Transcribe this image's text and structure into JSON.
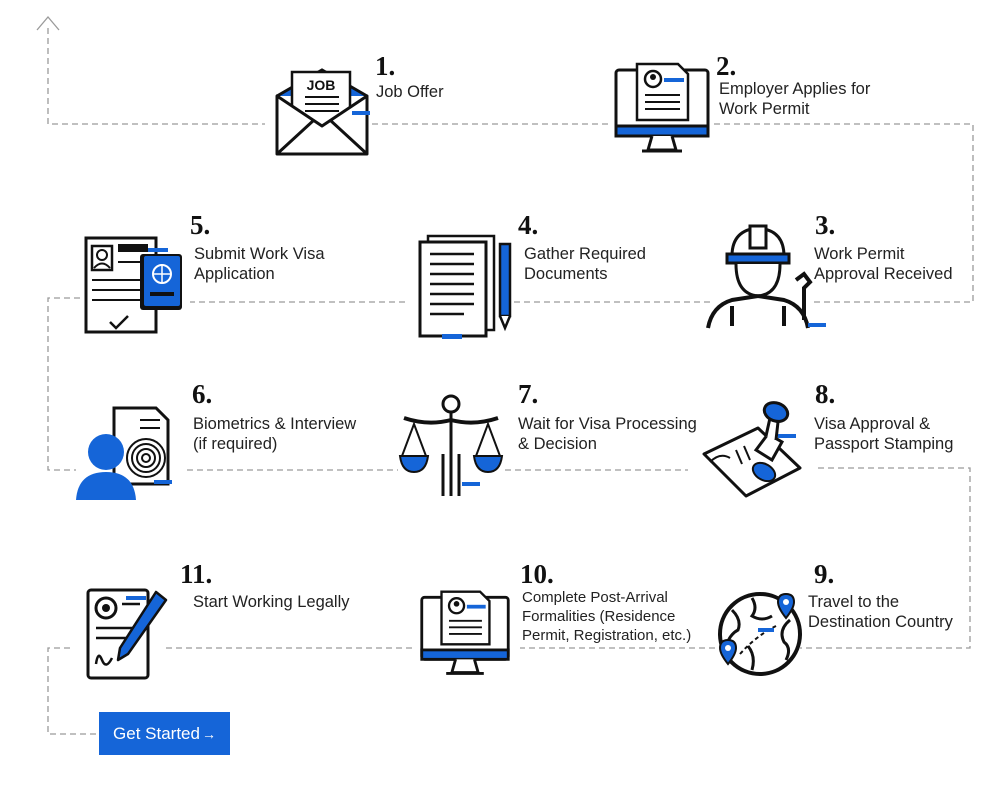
{
  "colors": {
    "accent": "#1565d8",
    "ink": "#111111",
    "path": "#9a9a9a"
  },
  "steps": [
    {
      "num": "1.",
      "label": "Job Offer",
      "icon": "envelope-job-icon"
    },
    {
      "num": "2.",
      "label": "Employer Applies for\nWork Permit",
      "icon": "monitor-document-icon"
    },
    {
      "num": "3.",
      "label": "Work Permit\nApproval Received",
      "icon": "worker-hardhat-icon"
    },
    {
      "num": "4.",
      "label": "Gather Required\nDocuments",
      "icon": "documents-pen-icon"
    },
    {
      "num": "5.",
      "label": "Submit Work Visa\nApplication",
      "icon": "application-passport-icon"
    },
    {
      "num": "6.",
      "label": "Biometrics & Interview\n(if required)",
      "icon": "fingerprint-person-icon"
    },
    {
      "num": "7.",
      "label": "Wait for Visa Processing\n& Decision",
      "icon": "scales-icon"
    },
    {
      "num": "8.",
      "label": "Visa Approval &\nPassport Stamping",
      "icon": "stamp-icon"
    },
    {
      "num": "9.",
      "label": "Travel to the\nDestination Country",
      "icon": "globe-pins-icon"
    },
    {
      "num": "10.",
      "label": "Complete Post-Arrival\nFormalities (Residence\nPermit, Registration, etc.)",
      "icon": "monitor-document-icon"
    },
    {
      "num": "11.",
      "label": "Start Working Legally",
      "icon": "contract-pen-icon"
    }
  ],
  "cta": {
    "label": "Get Started",
    "arrow": "→"
  }
}
